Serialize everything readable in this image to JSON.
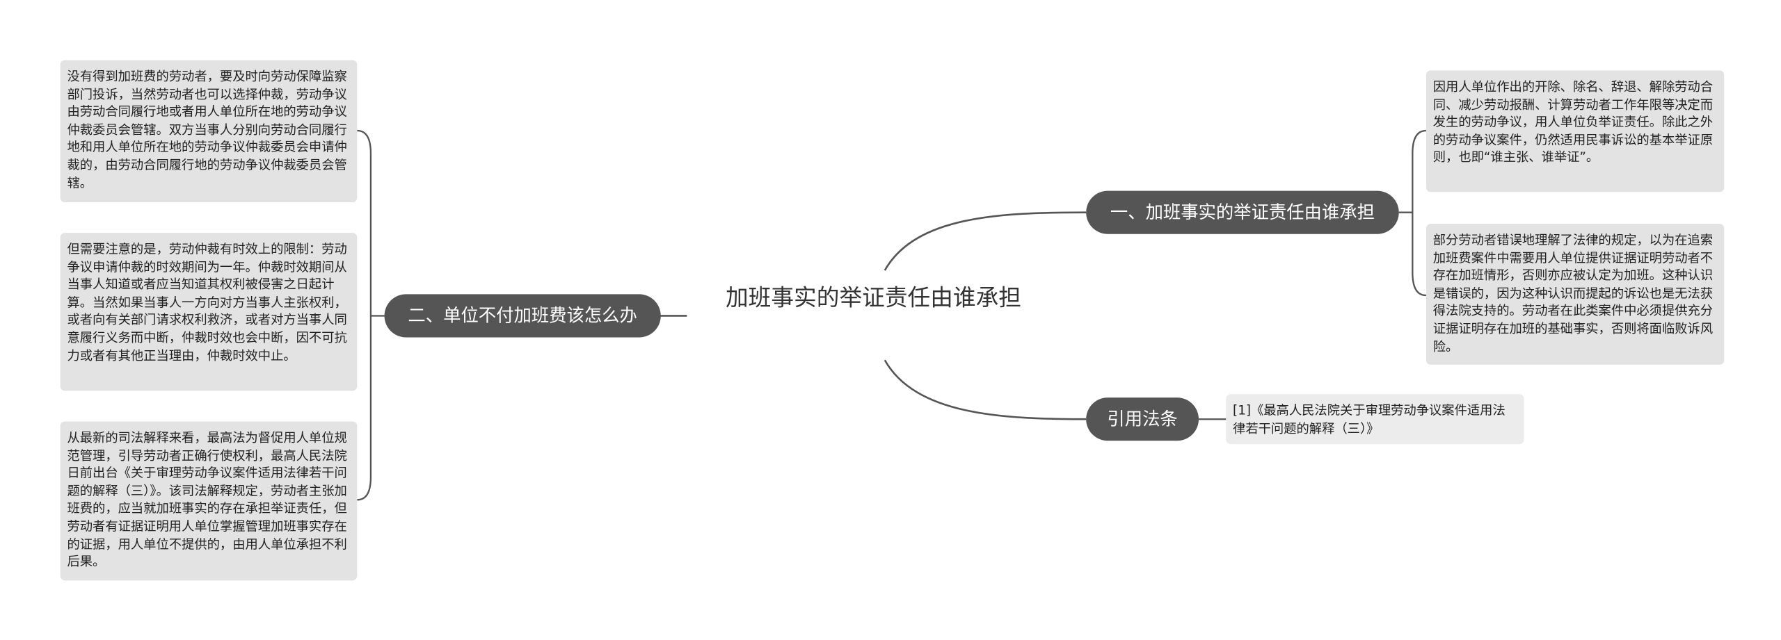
{
  "root": {
    "title": "加班事实的举证责任由谁承担"
  },
  "branches": {
    "right_top": {
      "label": "一、加班事实的举证责任由谁承担",
      "leaves": [
        "因用人单位作出的开除、除名、辞退、解除劳动合同、减少劳动报酬、计算劳动者工作年限等决定而发生的劳动争议，用人单位负举证责任。除此之外的劳动争议案件，仍然适用民事诉讼的基本举证原则，也即“谁主张、谁举证”。",
        "部分劳动者错误地理解了法律的规定，以为在追索加班费案件中需要用人单位提供证据证明劳动者不存在加班情形，否则亦应被认定为加班。这种认识是错误的，因为这种认识而提起的诉讼也是无法获得法院支持的。劳动者在此类案件中必须提供充分证据证明存在加班的基础事实，否则将面临败诉风险。"
      ]
    },
    "right_bottom": {
      "label": "引用法条",
      "leaves": [
        "[1]《最高人民法院关于审理劳动争议案件适用法律若干问题的解释（三）》"
      ]
    },
    "left": {
      "label": "二、单位不付加班费该怎么办",
      "leaves": [
        "没有得到加班费的劳动者，要及时向劳动保障监察部门投诉，当然劳动者也可以选择仲裁，劳动争议由劳动合同履行地或者用人单位所在地的劳动争议仲裁委员会管辖。双方当事人分别向劳动合同履行地和用人单位所在地的劳动争议仲裁委员会申请仲裁的，由劳动合同履行地的劳动争议仲裁委员会管辖。",
        "但需要注意的是，劳动仲裁有时效上的限制：劳动争议申请仲裁的时效期间为一年。仲裁时效期间从当事人知道或者应当知道其权利被侵害之日起计算。当然如果当事人一方向对方当事人主张权利，或者向有关部门请求权利救济，或者对方当事人同意履行义务而中断，仲裁时效也会中断，因不可抗力或者有其他正当理由，仲裁时效中止。",
        "从最新的司法解释来看，最高法为督促用人单位规范管理，引导劳动者正确行使权利，最高人民法院日前出台《关于审理劳动争议案件适用法律若干问题的解释（三）》。该司法解释规定，劳动者主张加班费的，应当就加班事实的存在承担举证责任，但劳动者有证据证明用人单位掌握管理加班事实存在的证据，用人单位不提供的，由用人单位承担不利后果。"
      ]
    }
  },
  "colors": {
    "branch_fill": "#555555",
    "branch_text": "#ffffff",
    "leaf_fill": "#e3e3e3",
    "connector": "#555555",
    "root_text": "#333333"
  }
}
